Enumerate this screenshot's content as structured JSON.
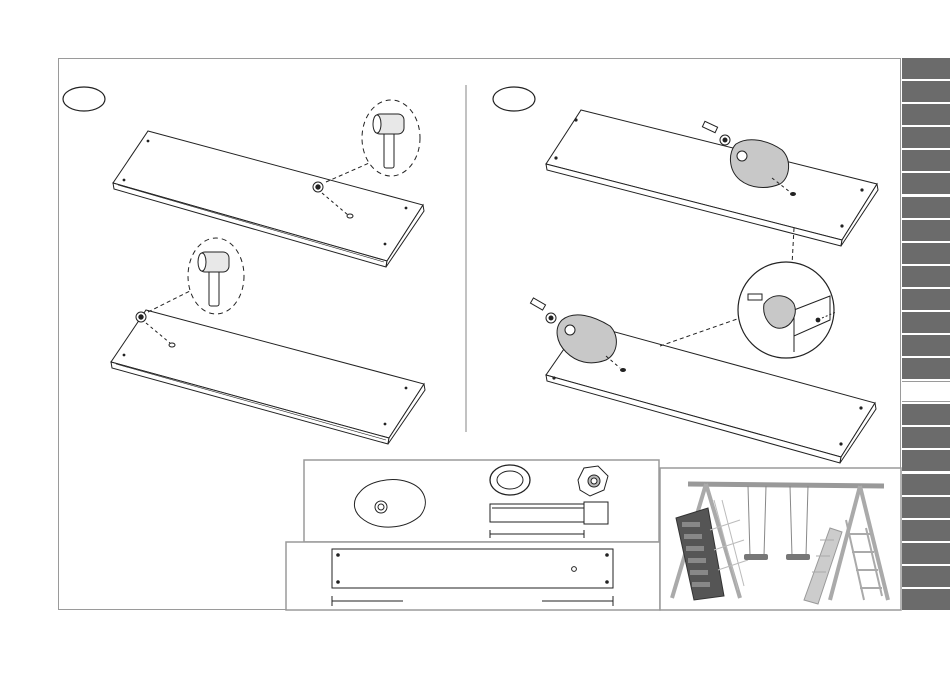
{
  "document": {
    "type": "assembly-instruction-page",
    "steps": [
      {
        "number": "",
        "content": "attach-wall-brackets-with-hammer"
      },
      {
        "number": "",
        "content": "attach-climbing-holds-to-boards"
      }
    ],
    "parts_box": {
      "items": [
        "climbing-hold",
        "washer",
        "t-nut",
        "bolt",
        "board"
      ]
    },
    "preview": {
      "image": "swing-set-with-climbing-wall-and-slide"
    },
    "side_tabs": {
      "count": 24,
      "active_index": 14,
      "color": "#6b6b6b"
    },
    "colors": {
      "frame": "#9a9a9a",
      "line": "#222222",
      "hold": "#c8c8c8"
    }
  }
}
